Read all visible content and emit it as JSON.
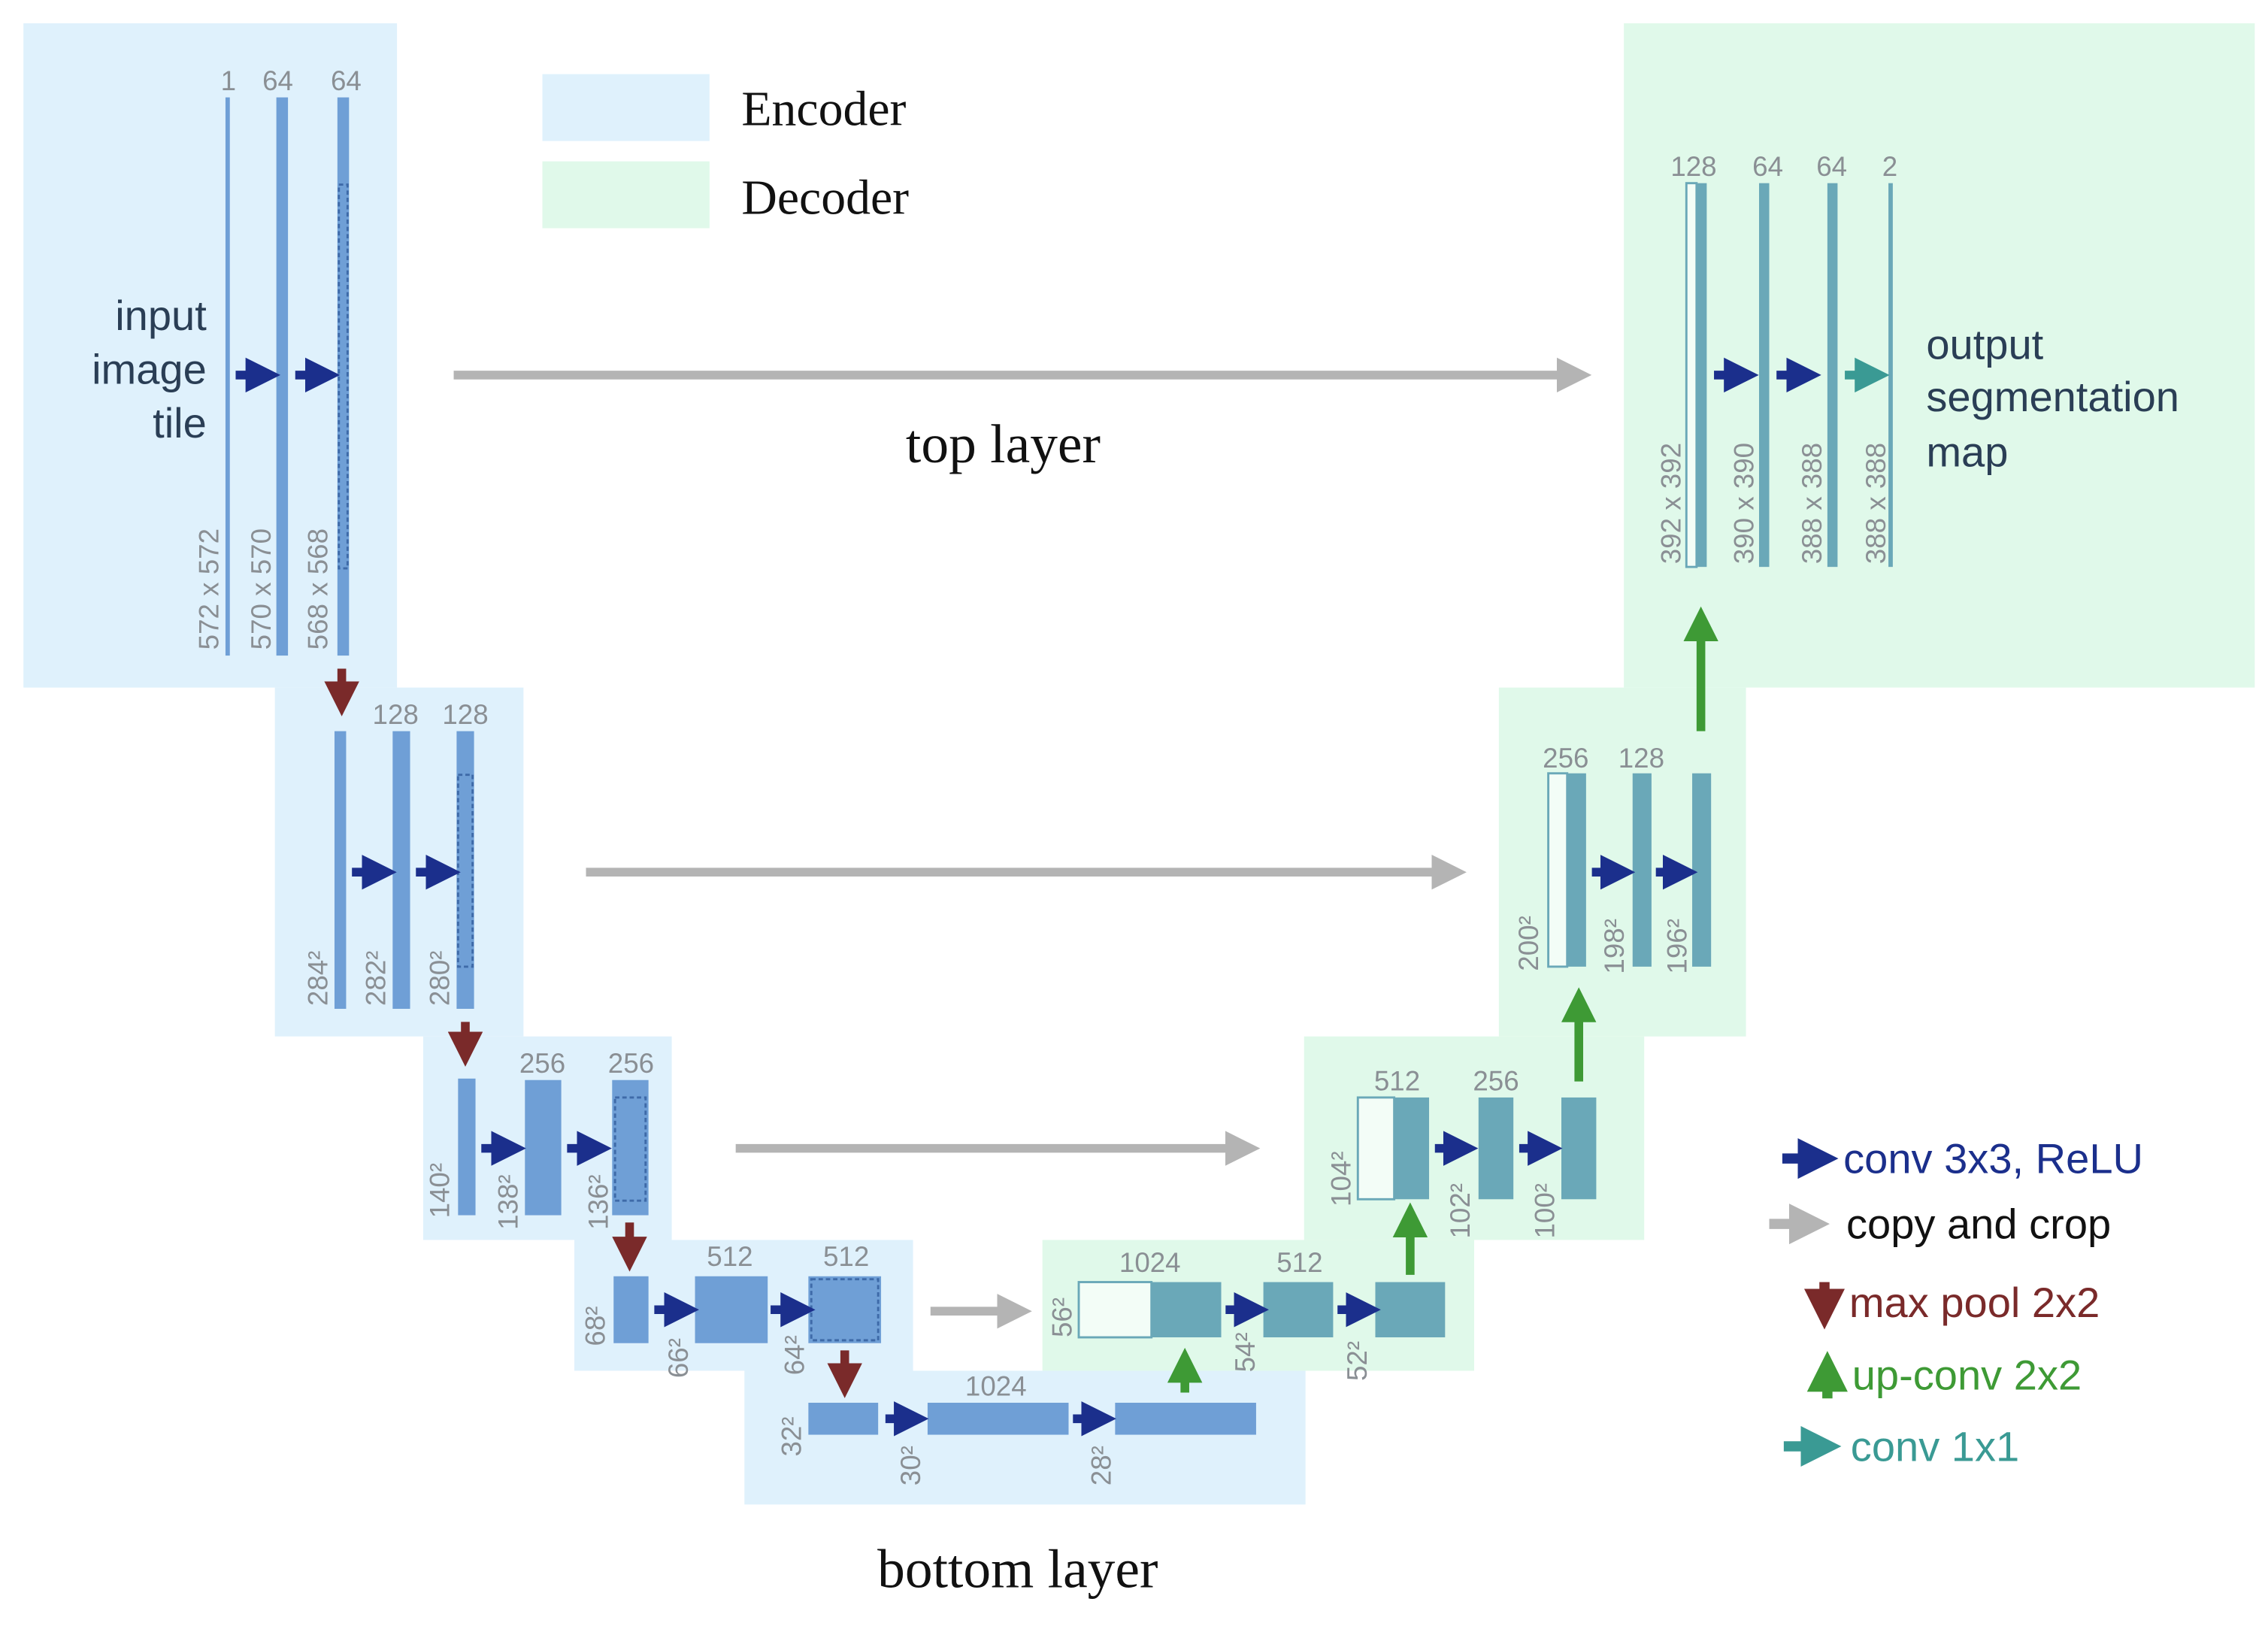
{
  "legend_regions": {
    "encoder": "Encoder",
    "decoder": "Decoder"
  },
  "layer_labels": {
    "top": "top layer",
    "bottom": "bottom layer"
  },
  "input_label": [
    "input",
    "image",
    "tile"
  ],
  "output_label": [
    "output",
    "segmentation",
    "map"
  ],
  "encoder": {
    "level1": {
      "channels": [
        "1",
        "64",
        "64"
      ],
      "sizes": [
        "572 x 572",
        "570 x 570",
        "568 x 568"
      ]
    },
    "level2": {
      "channels": [
        "128",
        "128"
      ],
      "sizes": [
        "284²",
        "282²",
        "280²"
      ]
    },
    "level3": {
      "channels": [
        "256",
        "256"
      ],
      "sizes": [
        "140²",
        "138²",
        "136²"
      ]
    },
    "level4": {
      "channels": [
        "512",
        "512"
      ],
      "sizes": [
        "68²",
        "66²",
        "64²"
      ]
    }
  },
  "bottom": {
    "channels": [
      "1024"
    ],
    "sizes": [
      "32²",
      "30²",
      "28²"
    ]
  },
  "decoder": {
    "level4": {
      "channels": [
        "1024",
        "512"
      ],
      "sizes": [
        "56²",
        "54²",
        "52²"
      ]
    },
    "level3": {
      "channels": [
        "512",
        "256"
      ],
      "sizes": [
        "104²",
        "102²",
        "100²"
      ]
    },
    "level2": {
      "channels": [
        "256",
        "128"
      ],
      "sizes": [
        "200²",
        "198²",
        "196²"
      ]
    },
    "level1": {
      "channels": [
        "128",
        "64",
        "64",
        "2"
      ],
      "sizes": [
        "392 x 392",
        "390 x 390",
        "388 x 388",
        "388 x 388"
      ]
    }
  },
  "legend": {
    "conv": "conv 3x3, ReLU",
    "copy": "copy and crop",
    "pool": "max pool 2x2",
    "upconv": "up-conv 2x2",
    "conv1": "conv 1x1"
  },
  "colors": {
    "encoder_bg": "#dff1fc",
    "decoder_bg": "#e0f9ea",
    "encoder_block": "#6f9fd6",
    "decoder_block": "#6aa8b8",
    "conv_arrow": "#1b2f8c",
    "copy_arrow": "#b4b4b4",
    "pool_arrow": "#7a2a2a",
    "upconv_arrow": "#3e9a35",
    "conv1_arrow": "#3a9a94"
  }
}
